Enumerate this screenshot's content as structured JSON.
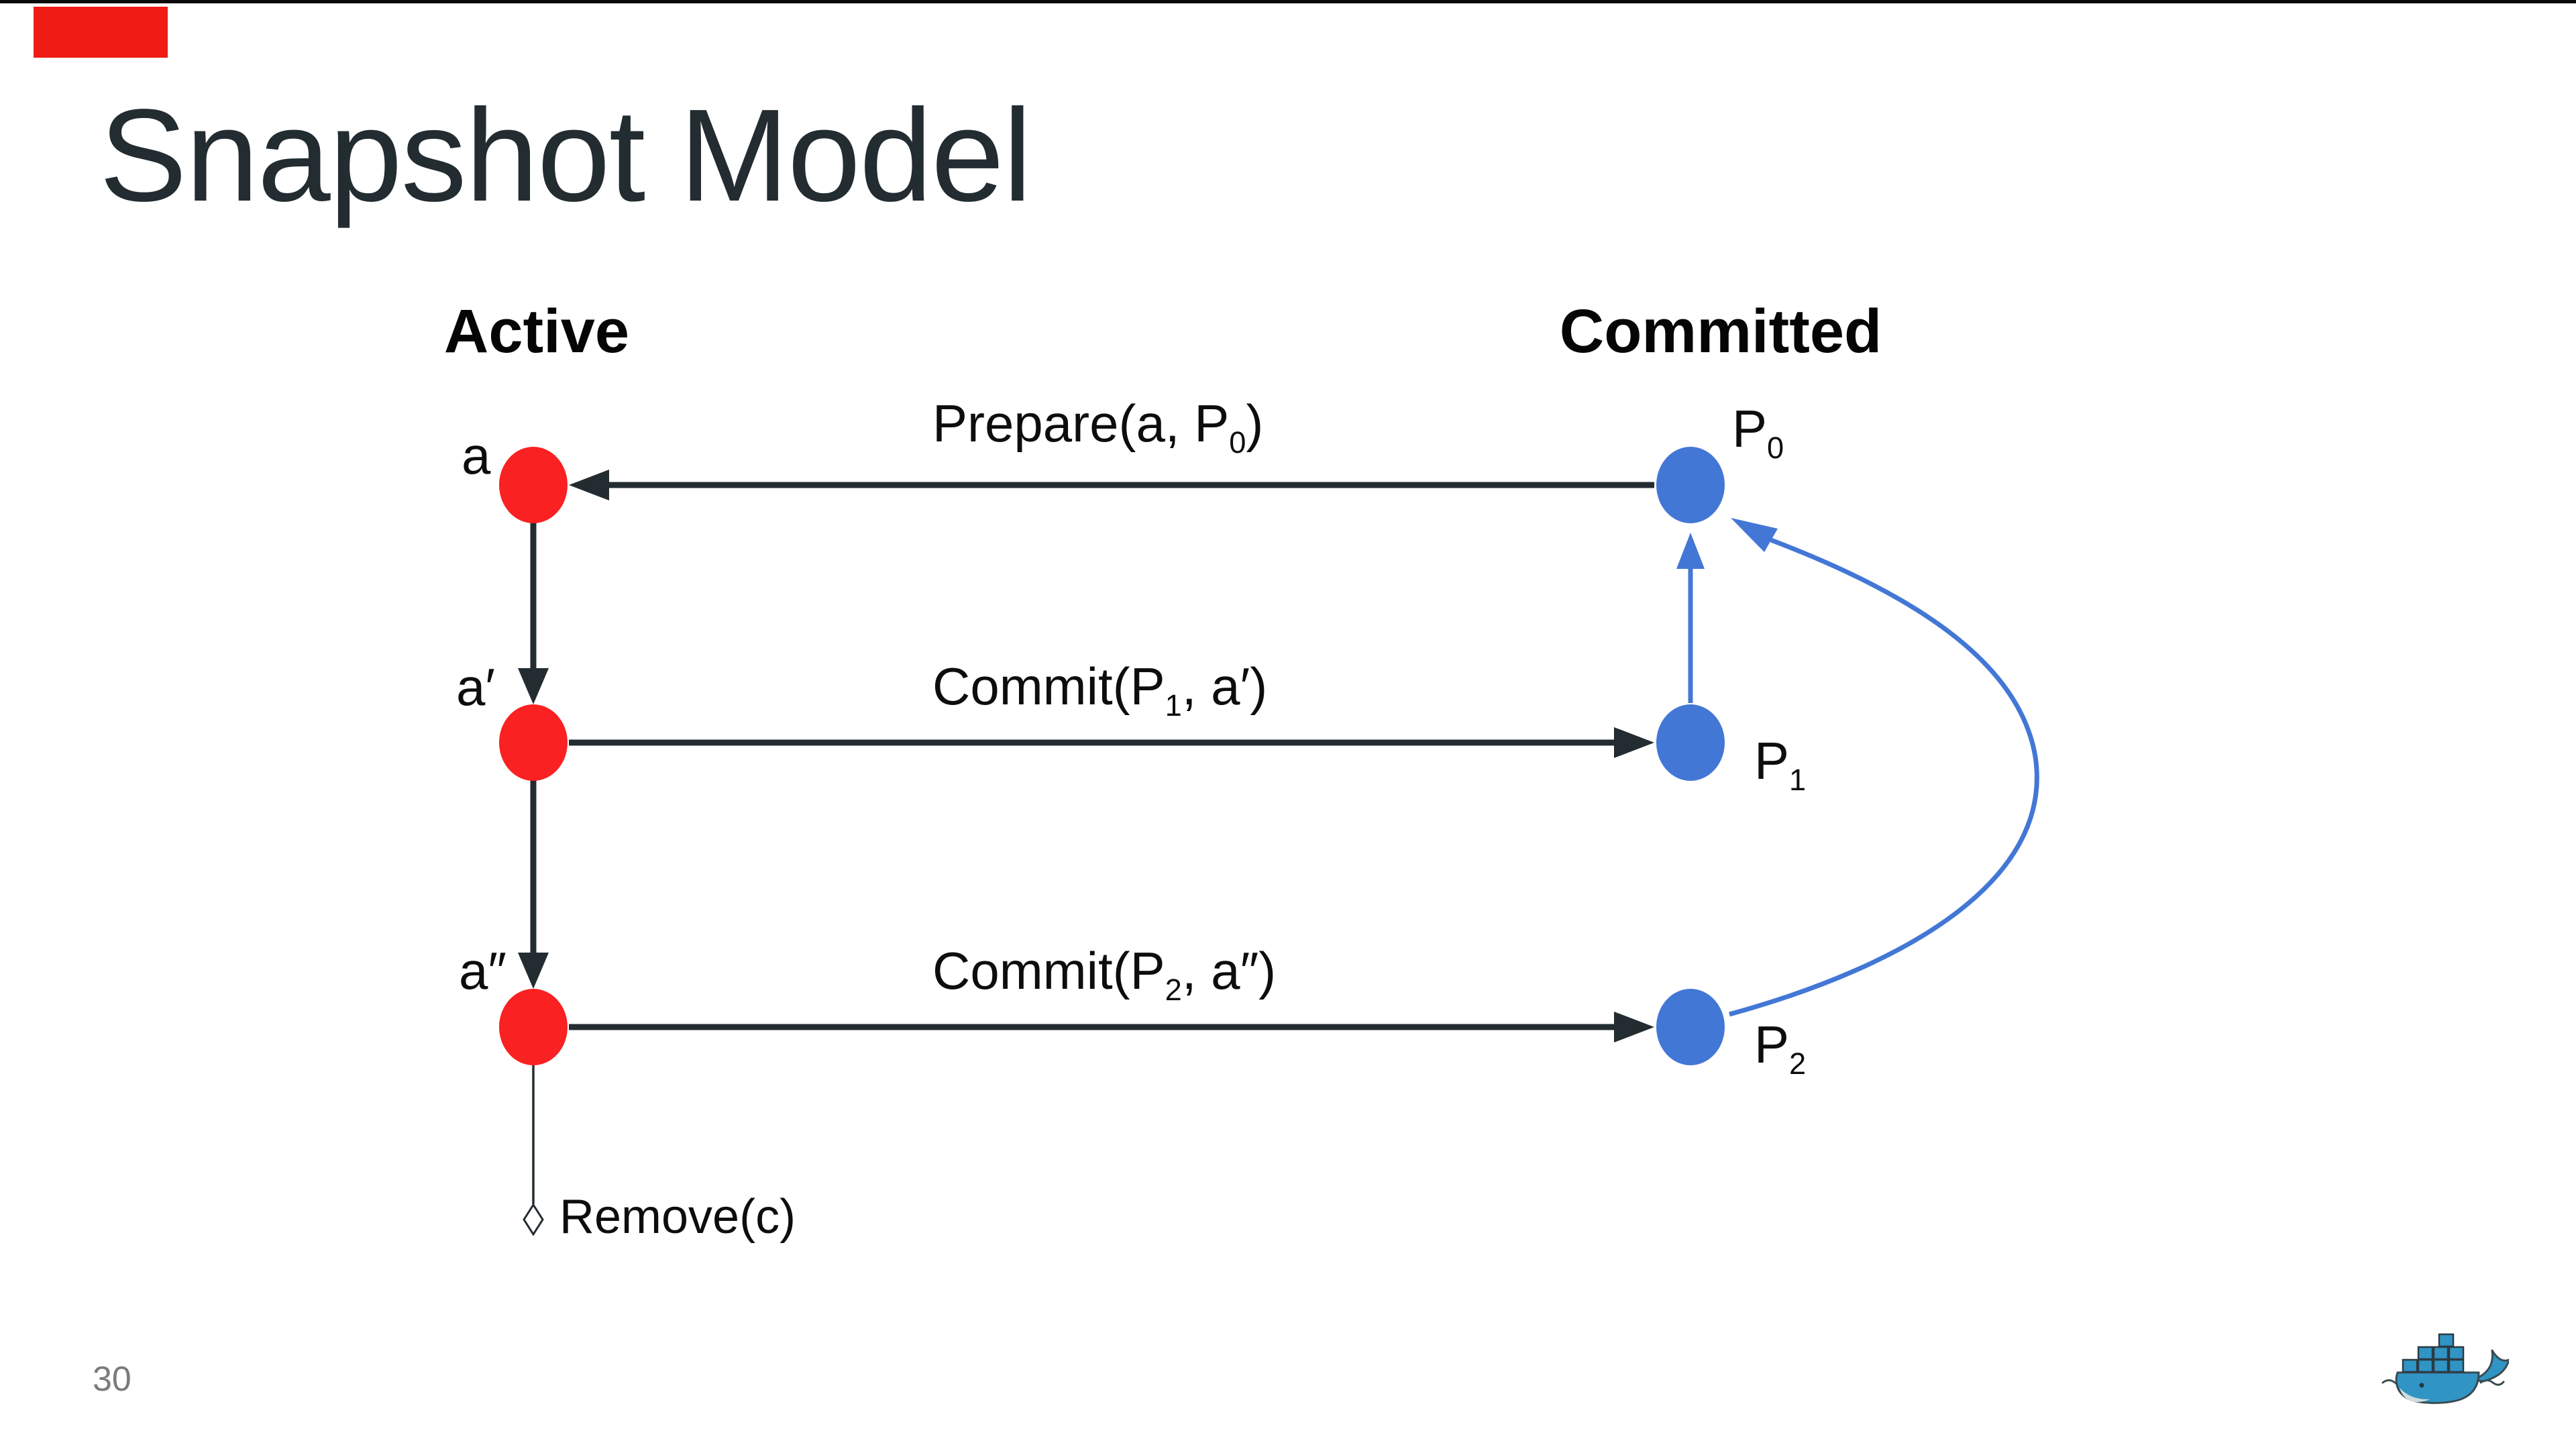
{
  "slide": {
    "title": "Snapshot Model",
    "page_number": "30",
    "headers": {
      "active": "Active",
      "committed": "Committed"
    },
    "active_nodes": [
      {
        "label": "a"
      },
      {
        "label": "a′"
      },
      {
        "label": "a″"
      }
    ],
    "committed_nodes": [
      {
        "base": "P",
        "sub": "0"
      },
      {
        "base": "P",
        "sub": "1"
      },
      {
        "base": "P",
        "sub": "2"
      }
    ],
    "edges": {
      "prepare": {
        "pre": "Prepare(a, P",
        "sub": "0",
        "post": ")",
        "from": "P0",
        "to": "a"
      },
      "commit1": {
        "pre": "Commit(P",
        "sub": "1",
        "post": ", a′)",
        "from": "a′",
        "to": "P1"
      },
      "commit2": {
        "pre": "Commit(P",
        "sub": "2",
        "post": ", a″)",
        "from": "a″",
        "to": "P2"
      },
      "remove": {
        "label": "Remove(c)"
      }
    }
  },
  "colors": {
    "active_node_red": "#f92121",
    "committed_node_blue": "#4377d6",
    "edge_dark": "#232c30",
    "edge_blue": "#4377d6",
    "title_text": "#222c31",
    "page_number_gray": "#7b7b7b",
    "annotation_red": "#ef1b15",
    "docker_blue": "#3095c5"
  },
  "icons": {
    "docker_logo": "docker-whale-logo",
    "remove_diamond": "open-diamond"
  }
}
